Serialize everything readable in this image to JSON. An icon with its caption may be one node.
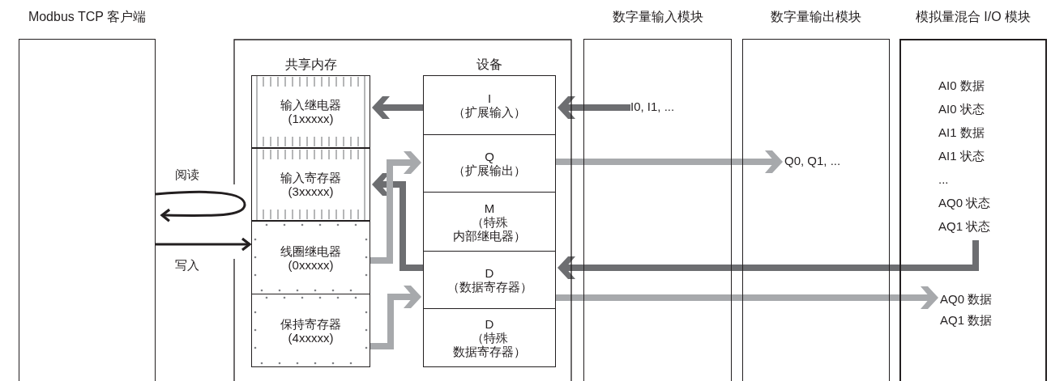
{
  "diagram": {
    "nodes": [
      {
        "text": [
          "Modbus TCP 客户端"
        ]
      },
      {
        "text": [],
        "shape": "box"
      },
      {
        "text": [
          "输入继电器 (1xxxxx)"
        ],
        "in": 1
      },
      {
        "text": [
          "输入寄存器 (3xxxxx)"
        ],
        "in": 1
      },
      {
        "text": [
          "线圈继电器 (0xxxxx)"
        ],
        "in": 1
      },
      {
        "text": [
          "保持寄存器 (4xxxxx)"
        ],
        "in": 1
      },
      {
        "text": [
          "I （扩展输入）"
        ],
        "in": 1
      },
      {
        "text": [
          "Q （扩展输出）"
        ],
        "in": 1
      },
      {
        "text": [
          "M （特殊内部继电器）"
        ],
        "in": 1
      },
      {
        "text": [
          "D （数据寄存器）"
        ],
        "in": 1
      },
      {
        "text": [
          "D （特殊数据寄存器）"
        ],
        "in": 1
      },
      {
        "text": [
          "数字量输入模块"
        ]
      },
      {
        "text": [
          "数字量输出模块"
        ]
      },
      {
        "text": [
          "模拟量混合 I/O 模块"
        ]
      },
      {
        "text": [
          "I0, I1, ..."
        ],
        "in": 11
      },
      {
        "text": [
          "Q0, Q1, ..."
        ],
        "in": 12
      },
      {
        "text": [
          "AI0 数据",
          "AI0 状态",
          "AI1 数据",
          "AI1 状态",
          "...",
          "AQ0 状态",
          "AQ1 状态"
        ],
        "in": 13
      },
      {
        "text": [
          "AQ0 数据",
          "AQ1 数据"
        ],
        "in": 13
      }
    ],
    "edges": [
      {
        "from": 6,
        "to": 2,
        "arrow": "to",
        "color": "#6d6e71"
      },
      {
        "from": 14,
        "to": 6,
        "arrow": "to",
        "color": "#6d6e71"
      },
      {
        "from": 7,
        "to": 15,
        "arrow": "to",
        "color": "#a7a9ac"
      },
      {
        "from": 4,
        "to": 7,
        "arrow": "to",
        "color": "#a7a9ac"
      },
      {
        "from": 9,
        "to": 3,
        "arrow": "to",
        "color": "#6d6e71"
      },
      {
        "from": 16,
        "to": 9,
        "arrow": "to",
        "color": "#6d6e71"
      },
      {
        "from": 5,
        "to": 9,
        "arrow": "to",
        "color": "#a7a9ac"
      },
      {
        "from": 9,
        "to": 17,
        "arrow": "to",
        "color": "#a7a9ac"
      },
      {
        "from": 0,
        "to": 0,
        "arrow": "to",
        "label": "阅读"
      },
      {
        "from": 0,
        "to": 4,
        "arrow": "to",
        "label": "写入"
      }
    ],
    "labels": [
      "共享内存",
      "设备"
    ]
  }
}
